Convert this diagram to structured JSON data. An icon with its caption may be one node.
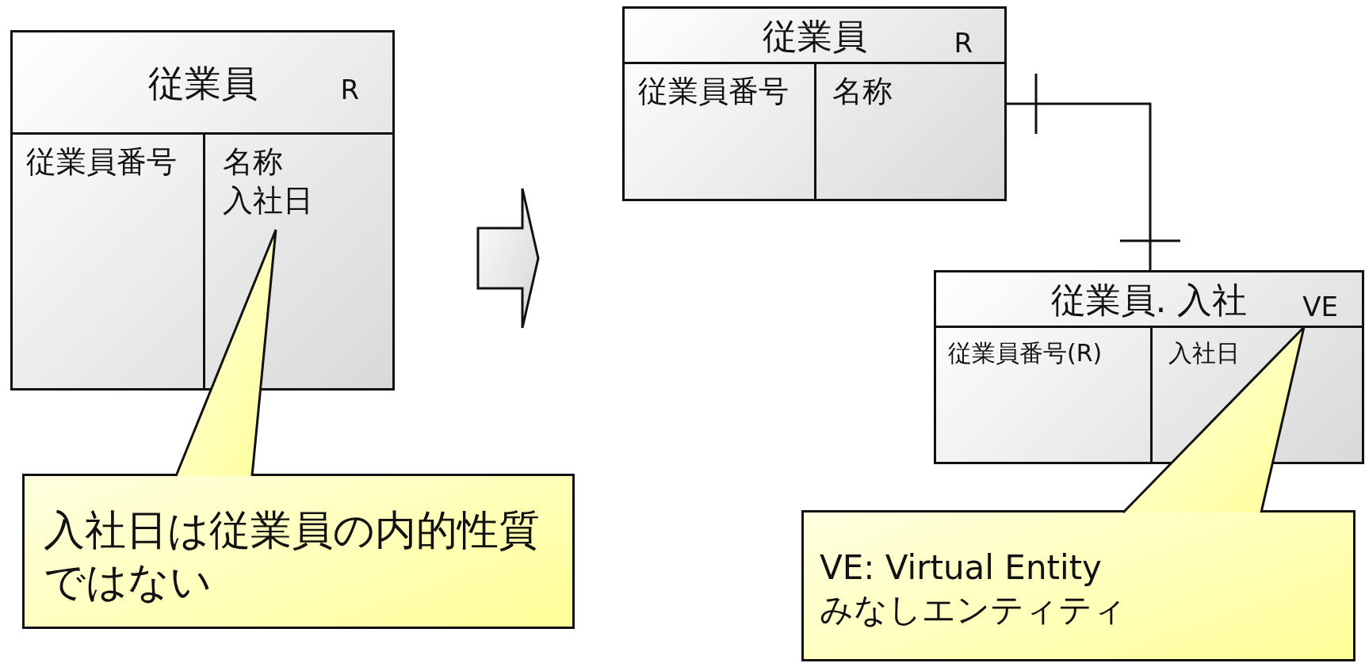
{
  "diagram": {
    "nodes": [
      {
        "text": [
          "従業員",
          "R"
        ]
      },
      {
        "text": [
          "従業員番号"
        ],
        "in": 0
      },
      {
        "text": [
          "名称",
          "入社日"
        ],
        "in": 0
      },
      {
        "text": [
          "入社日は従業員の内的性質ではない"
        ]
      },
      {
        "text": [
          "従業員",
          "R"
        ]
      },
      {
        "text": [
          "従業員番号"
        ],
        "in": 4
      },
      {
        "text": [
          "名称"
        ],
        "in": 4
      },
      {
        "text": [
          "従業員. 入社",
          "VE"
        ]
      },
      {
        "text": [
          "従業員番号(R)"
        ],
        "in": 7
      },
      {
        "text": [
          "入社日"
        ],
        "in": 7
      },
      {
        "text": [
          "VE: Virtual Entity",
          "みなしエンティティ"
        ]
      }
    ],
    "edges": [
      {
        "from": 3,
        "to": 2,
        "arrow": "none"
      },
      {
        "from": 0,
        "to": 4,
        "arrow": "to",
        "style": "thick"
      },
      {
        "from": 4,
        "to": 7,
        "arrow": "other"
      },
      {
        "from": 10,
        "to": 9,
        "arrow": "none"
      }
    ]
  }
}
